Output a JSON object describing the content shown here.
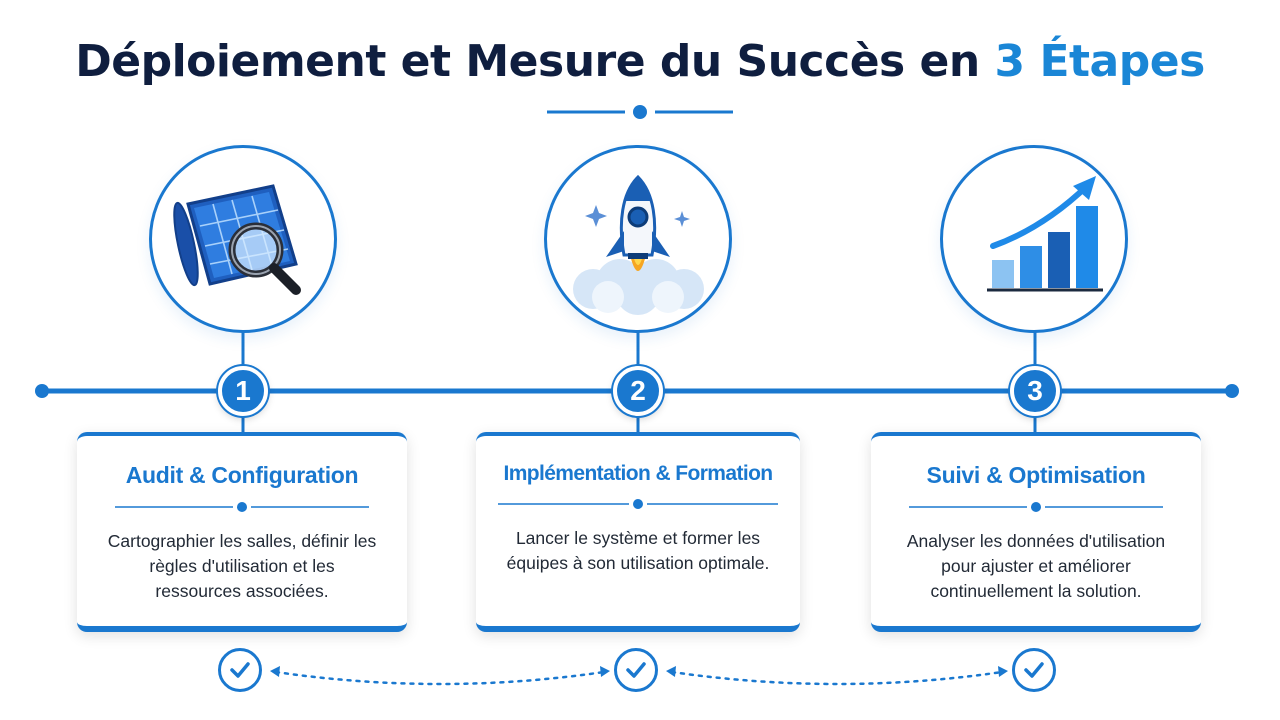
{
  "title": {
    "main": "Déploiement et Mesure du Succès en ",
    "accent": "3 Étapes"
  },
  "colors": {
    "primary": "#1a78cf",
    "accent": "#1a86d6",
    "title": "#0f1e3f",
    "text": "#222a36"
  },
  "steps": [
    {
      "number": "1",
      "icon": "blueprint-magnifier-icon",
      "title": "Audit & Configuration",
      "description": "Cartographier les salles, définir les règles d'utilisation et les ressources associées."
    },
    {
      "number": "2",
      "icon": "rocket-launch-icon",
      "title": "Implémentation & Formation",
      "description": "Lancer le système et former les équipes à son utilisation optimale."
    },
    {
      "number": "3",
      "icon": "growth-chart-icon",
      "title": "Suivi & Optimisation",
      "description": "Analyser les données d'utilisation pour ajuster et améliorer continuellement la solution."
    }
  ]
}
